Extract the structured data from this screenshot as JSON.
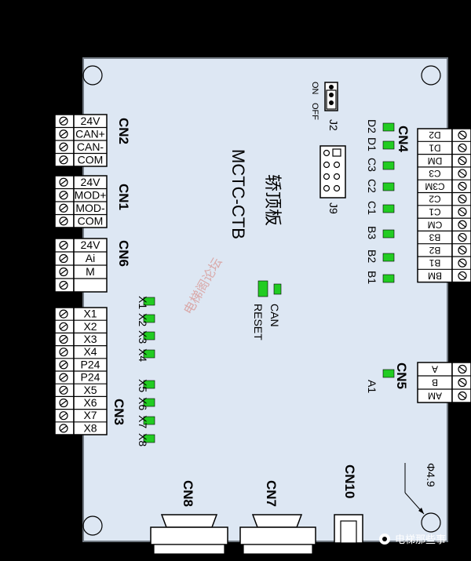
{
  "board": {
    "title_cn": "轿顶板",
    "title_model": "MCTC-CTB",
    "hole_diameter": "Φ4.9",
    "watermark": "电梯阁论坛",
    "footer_brand": "电梯那些事"
  },
  "connectors": {
    "cn2": {
      "name": "CN2",
      "pins": [
        "24V",
        "CAN+",
        "CAN-",
        "COM"
      ]
    },
    "cn1": {
      "name": "CN1",
      "pins": [
        "24V",
        "MOD+",
        "MOD-",
        "COM"
      ]
    },
    "cn6": {
      "name": "CN6",
      "pins": [
        "24V",
        "Ai",
        "M"
      ]
    },
    "cn3": {
      "name": "CN3",
      "pins": [
        "X1",
        "X2",
        "X3",
        "X4",
        "P24",
        "P24",
        "X5",
        "X6",
        "X7",
        "X8"
      ]
    },
    "cn4": {
      "name": "CN4",
      "pins": [
        "D2",
        "D1",
        "DM",
        "C3",
        "C3M",
        "C2",
        "C1",
        "CM",
        "B3",
        "B2",
        "B1",
        "BM"
      ]
    },
    "cn5": {
      "name": "CN5",
      "pins": [
        "A",
        "B",
        "AM"
      ]
    },
    "cn8": {
      "name": "CN8"
    },
    "cn7": {
      "name": "CN7"
    },
    "cn10": {
      "name": "CN10"
    }
  },
  "jumpers": {
    "j2": {
      "name": "J2",
      "on": "ON",
      "off": "OFF"
    },
    "j9": {
      "name": "J9"
    }
  },
  "leds": {
    "input": [
      "X1",
      "X2",
      "X3",
      "X4",
      "X5",
      "X6",
      "X7",
      "X8"
    ],
    "output": [
      "D2",
      "D1",
      "C3",
      "C2",
      "C1",
      "B3",
      "B2",
      "B1"
    ],
    "can": "CAN",
    "reset": "RESET",
    "a1": "A1"
  },
  "colors": {
    "board": "#dde7f3",
    "led": "#22cc22",
    "background": "#000000"
  }
}
